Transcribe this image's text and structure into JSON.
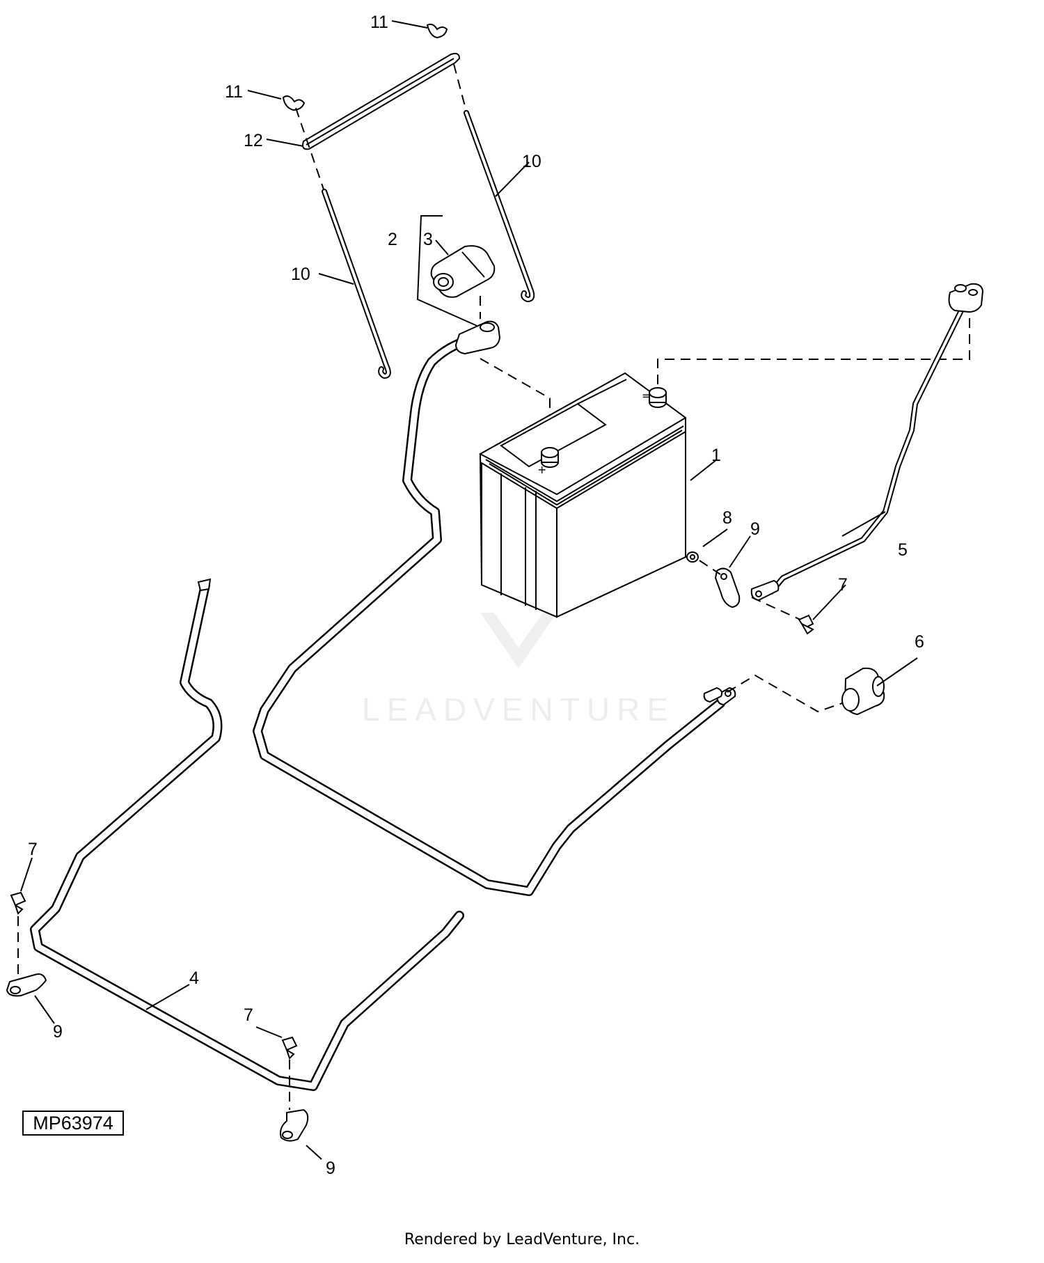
{
  "diagram_code": "MP63974",
  "footer_credit": "Rendered by LeadVenture, Inc.",
  "watermark": "LEADVENTURE",
  "callouts": {
    "c1": "1",
    "c2": "2",
    "c3": "3",
    "c4": "4",
    "c5": "5",
    "c6": "6",
    "c7a": "7",
    "c7b": "7",
    "c7c": "7",
    "c8": "8",
    "c9a": "9",
    "c9b": "9",
    "c9c": "9",
    "c10a": "10",
    "c10b": "10",
    "c11a": "11",
    "c11b": "11",
    "c12": "12"
  },
  "battery_marks": {
    "positive": "+",
    "negative": "="
  },
  "colors": {
    "line": "#000000",
    "background": "#ffffff",
    "watermark": "#e6e6e6"
  }
}
